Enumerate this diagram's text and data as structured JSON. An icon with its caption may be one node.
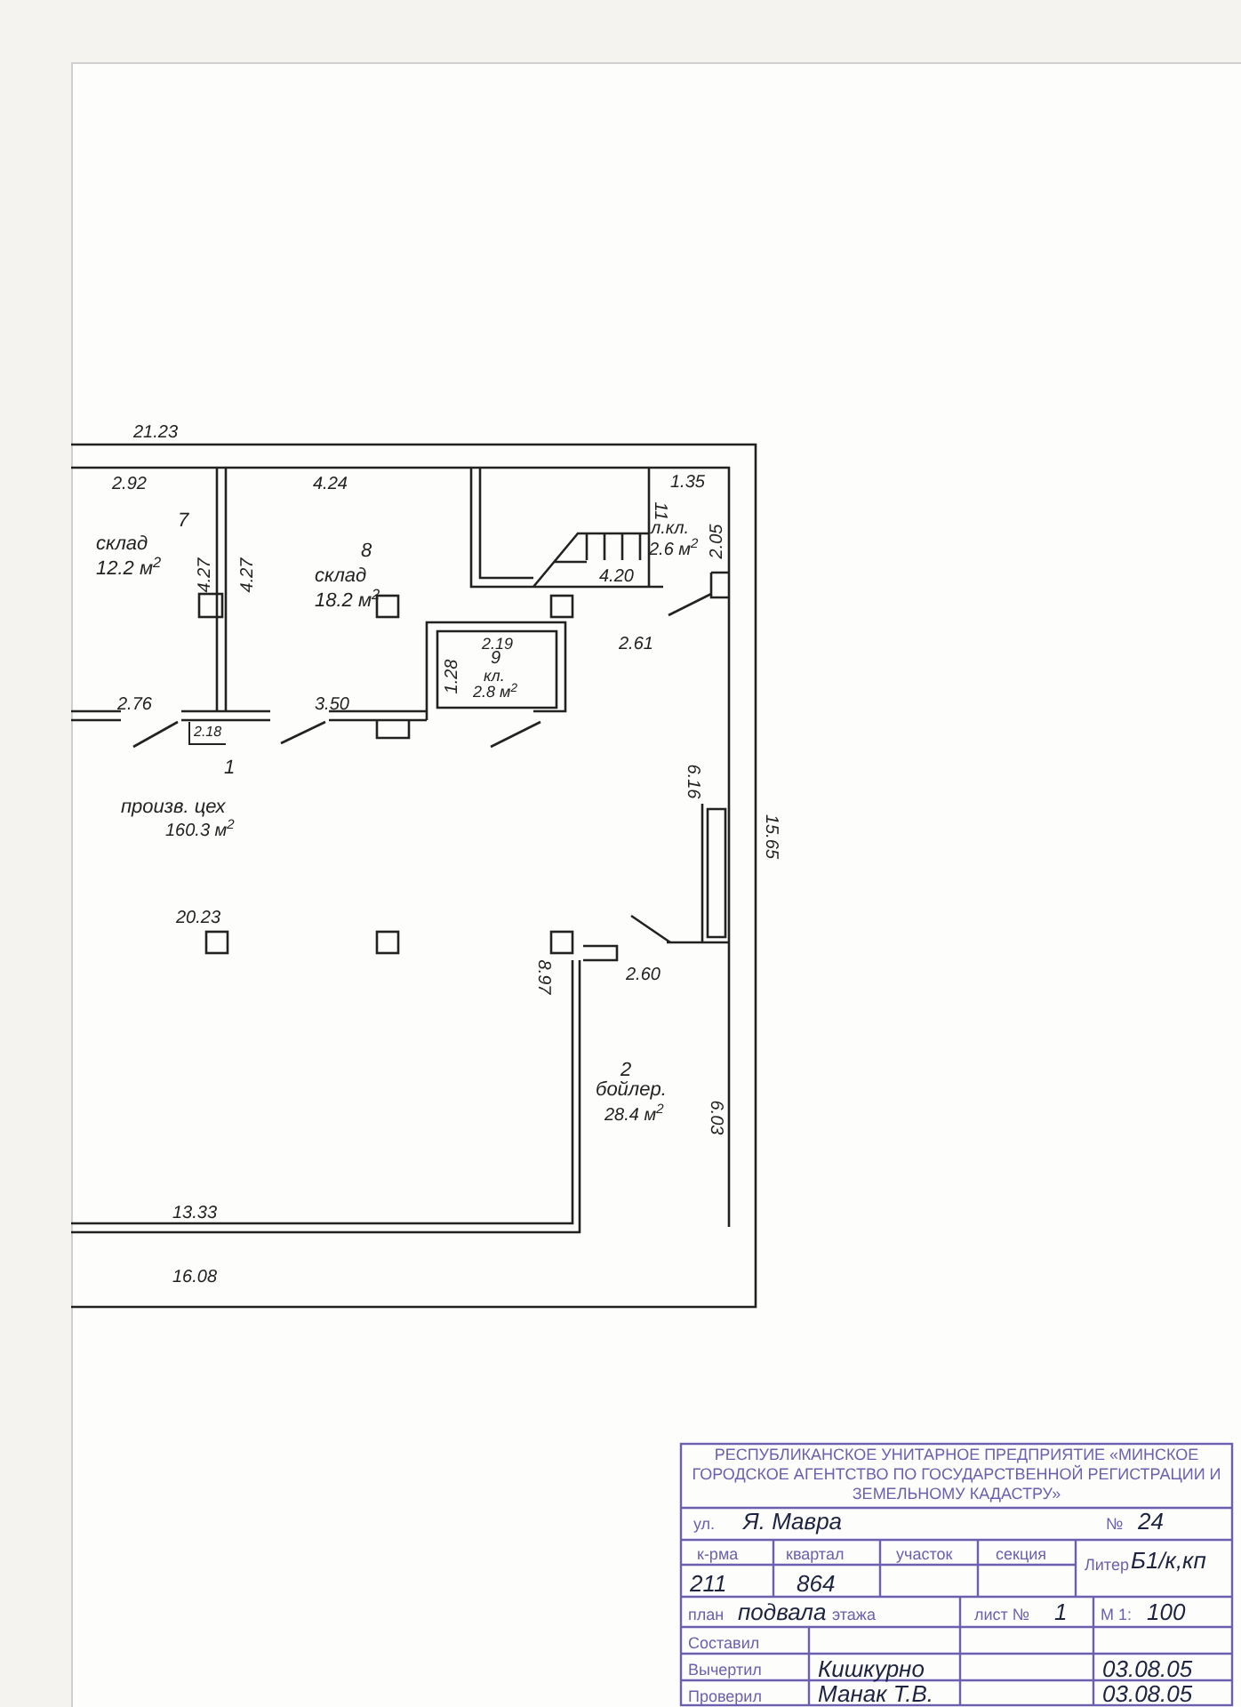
{
  "diagram": {
    "labels": [
      "21.23",
      "2.92",
      "4.24",
      "1.35",
      "11",
      "л.кл.",
      "2.05",
      "7",
      "склад",
      "12.2 м$^{2}$",
      "4.27",
      "4.27",
      "8",
      "склад",
      "18.2 м$^{2}$",
      "2.6 м$^{2}$",
      "4.20",
      "2.19",
      "2.61",
      "9",
      "кл.",
      "2.76",
      "3.50",
      "1.28",
      "2.8 м$^{2}$",
      "2.18",
      "6.16",
      "1",
      "произв. цех",
      "160.3 м$^{2}$",
      "15.65",
      "20.23",
      "8.97",
      "2.60",
      "2",
      "бойлер.",
      "28.4 м$^{2}$",
      "6.03",
      "13.33",
      "16.08",
      "РЕСПУБЛИКАНСКОЕ УНИТАРНОЕ ПРЕДПРИЯТИЕ «МИНСКОЕ ГОРОДСКОЕ АГЕНТСТВО ПО ГОСУДАРСТВЕННОЙ РЕГИСТРАЦИИ И ЗЕМЕЛЬНОМУ КАДАСТРУ»",
      "ул.",
      "Я. Мавра",
      "№",
      "24",
      "к-рма",
      "квартал",
      "участок",
      "секция",
      "Литер",
      "Б1/к,кп",
      "211",
      "864",
      "план",
      "подвала",
      "этажа",
      "лист №",
      "1",
      "М 1:",
      "100",
      "Составил",
      "Вычертил",
      "Кишкурно",
      "03.08.05",
      "Проверил",
      "Манак Т.В.",
      "03.08.05"
    ]
  }
}
